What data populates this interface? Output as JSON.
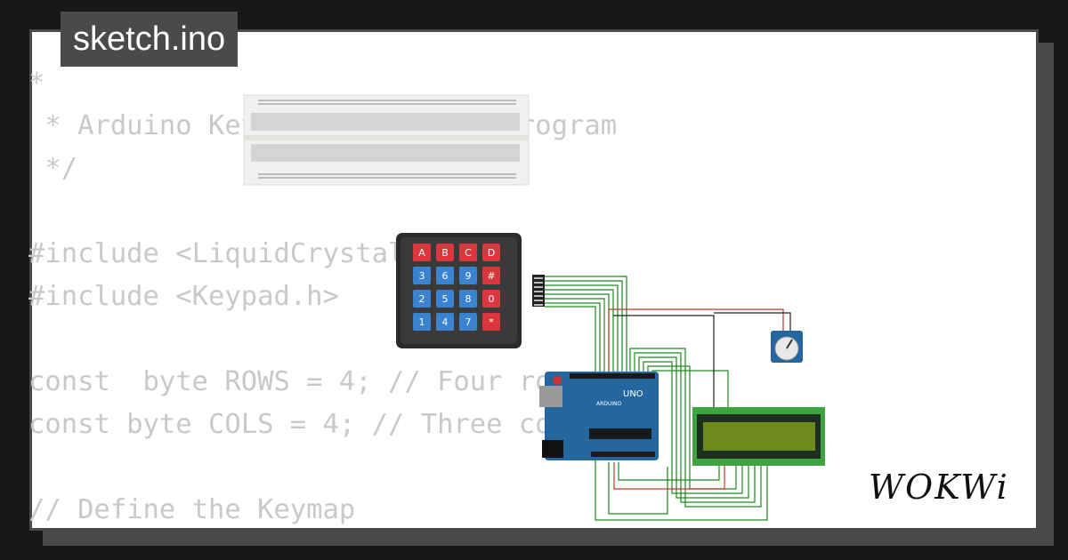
{
  "header": {
    "filename": "sketch.ino"
  },
  "code_lines": [
    "*",
    " * Arduino Keypad Calculator Program",
    " */",
    "",
    "#include <LiquidCrystal.h>",
    "#include <Keypad.h>",
    "",
    "const  byte ROWS = 4; // Four rows",
    "const byte COLS = 4; // Three columns",
    "",
    "// Define the Keymap"
  ],
  "keypad": {
    "keys": [
      [
        "A",
        "B",
        "C",
        "D"
      ],
      [
        "3",
        "6",
        "9",
        "#"
      ],
      [
        "2",
        "5",
        "8",
        "0"
      ],
      [
        "1",
        "4",
        "7",
        "*"
      ]
    ]
  },
  "arduino": {
    "label": "UNO",
    "brand": "ARDUINO"
  },
  "brand": {
    "logo": "WOKWi"
  },
  "colors": {
    "background": "#171717",
    "frame": "#4a4a4a",
    "code_text": "#c9c9c9",
    "wire_green": "#1a8a1a",
    "key_red": "#d9363e",
    "key_blue": "#3b82d0",
    "lcd_green": "#3fa33f",
    "arduino_blue": "#2466a0"
  }
}
